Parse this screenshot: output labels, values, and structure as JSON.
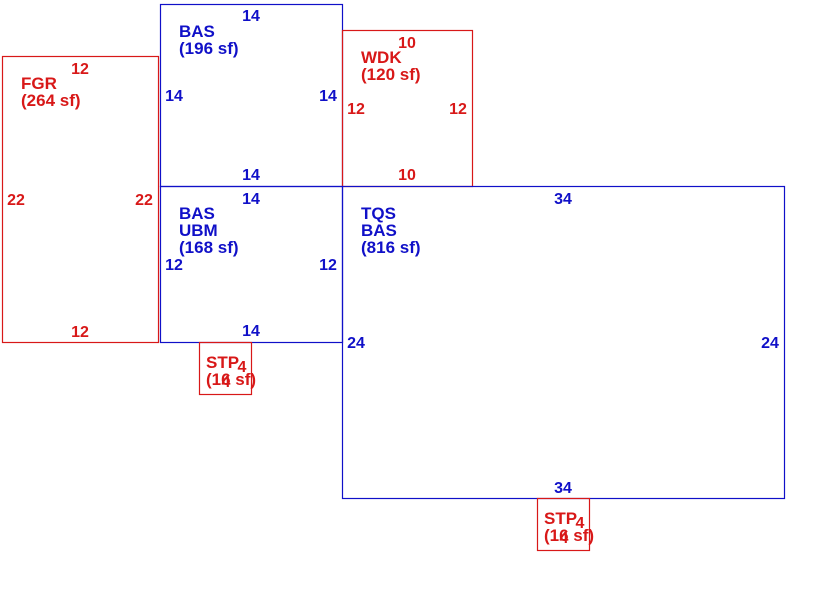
{
  "colors": {
    "blue": "#1010c8",
    "red": "#d81818"
  },
  "areas": {
    "bas_upper": {
      "code": "BAS",
      "area": "(196 sf)"
    },
    "wdk": {
      "code": "WDK",
      "area": "(120 sf)"
    },
    "fgr": {
      "code": "FGR",
      "area": "(264 sf)"
    },
    "bas_ubm": {
      "code1": "BAS",
      "code2": "UBM",
      "area": "(168 sf)"
    },
    "tqs_bas": {
      "code1": "TQS",
      "code2": "BAS",
      "area": "(816 sf)"
    },
    "stp_left": {
      "code": "STP",
      "area": "(16 sf)"
    },
    "stp_right": {
      "code": "STP",
      "area": "(16 sf)"
    }
  },
  "dimensions": {
    "bas_upper": {
      "top": "14",
      "left": "14",
      "right": "14",
      "bottom": "14"
    },
    "wdk": {
      "top": "10",
      "left": "12",
      "right": "12",
      "bottom": "10"
    },
    "fgr": {
      "top": "12",
      "left": "22",
      "right": "22",
      "bottom": "12"
    },
    "bas_ubm": {
      "top": "14",
      "left": "12",
      "right": "12",
      "bottom": "14"
    },
    "tqs_bas": {
      "top": "34",
      "left": "24",
      "right": "24",
      "bottom": "34"
    },
    "stp_left": {
      "side": "4",
      "bottom": "4"
    },
    "stp_right": {
      "side": "4",
      "bottom": "4"
    }
  }
}
